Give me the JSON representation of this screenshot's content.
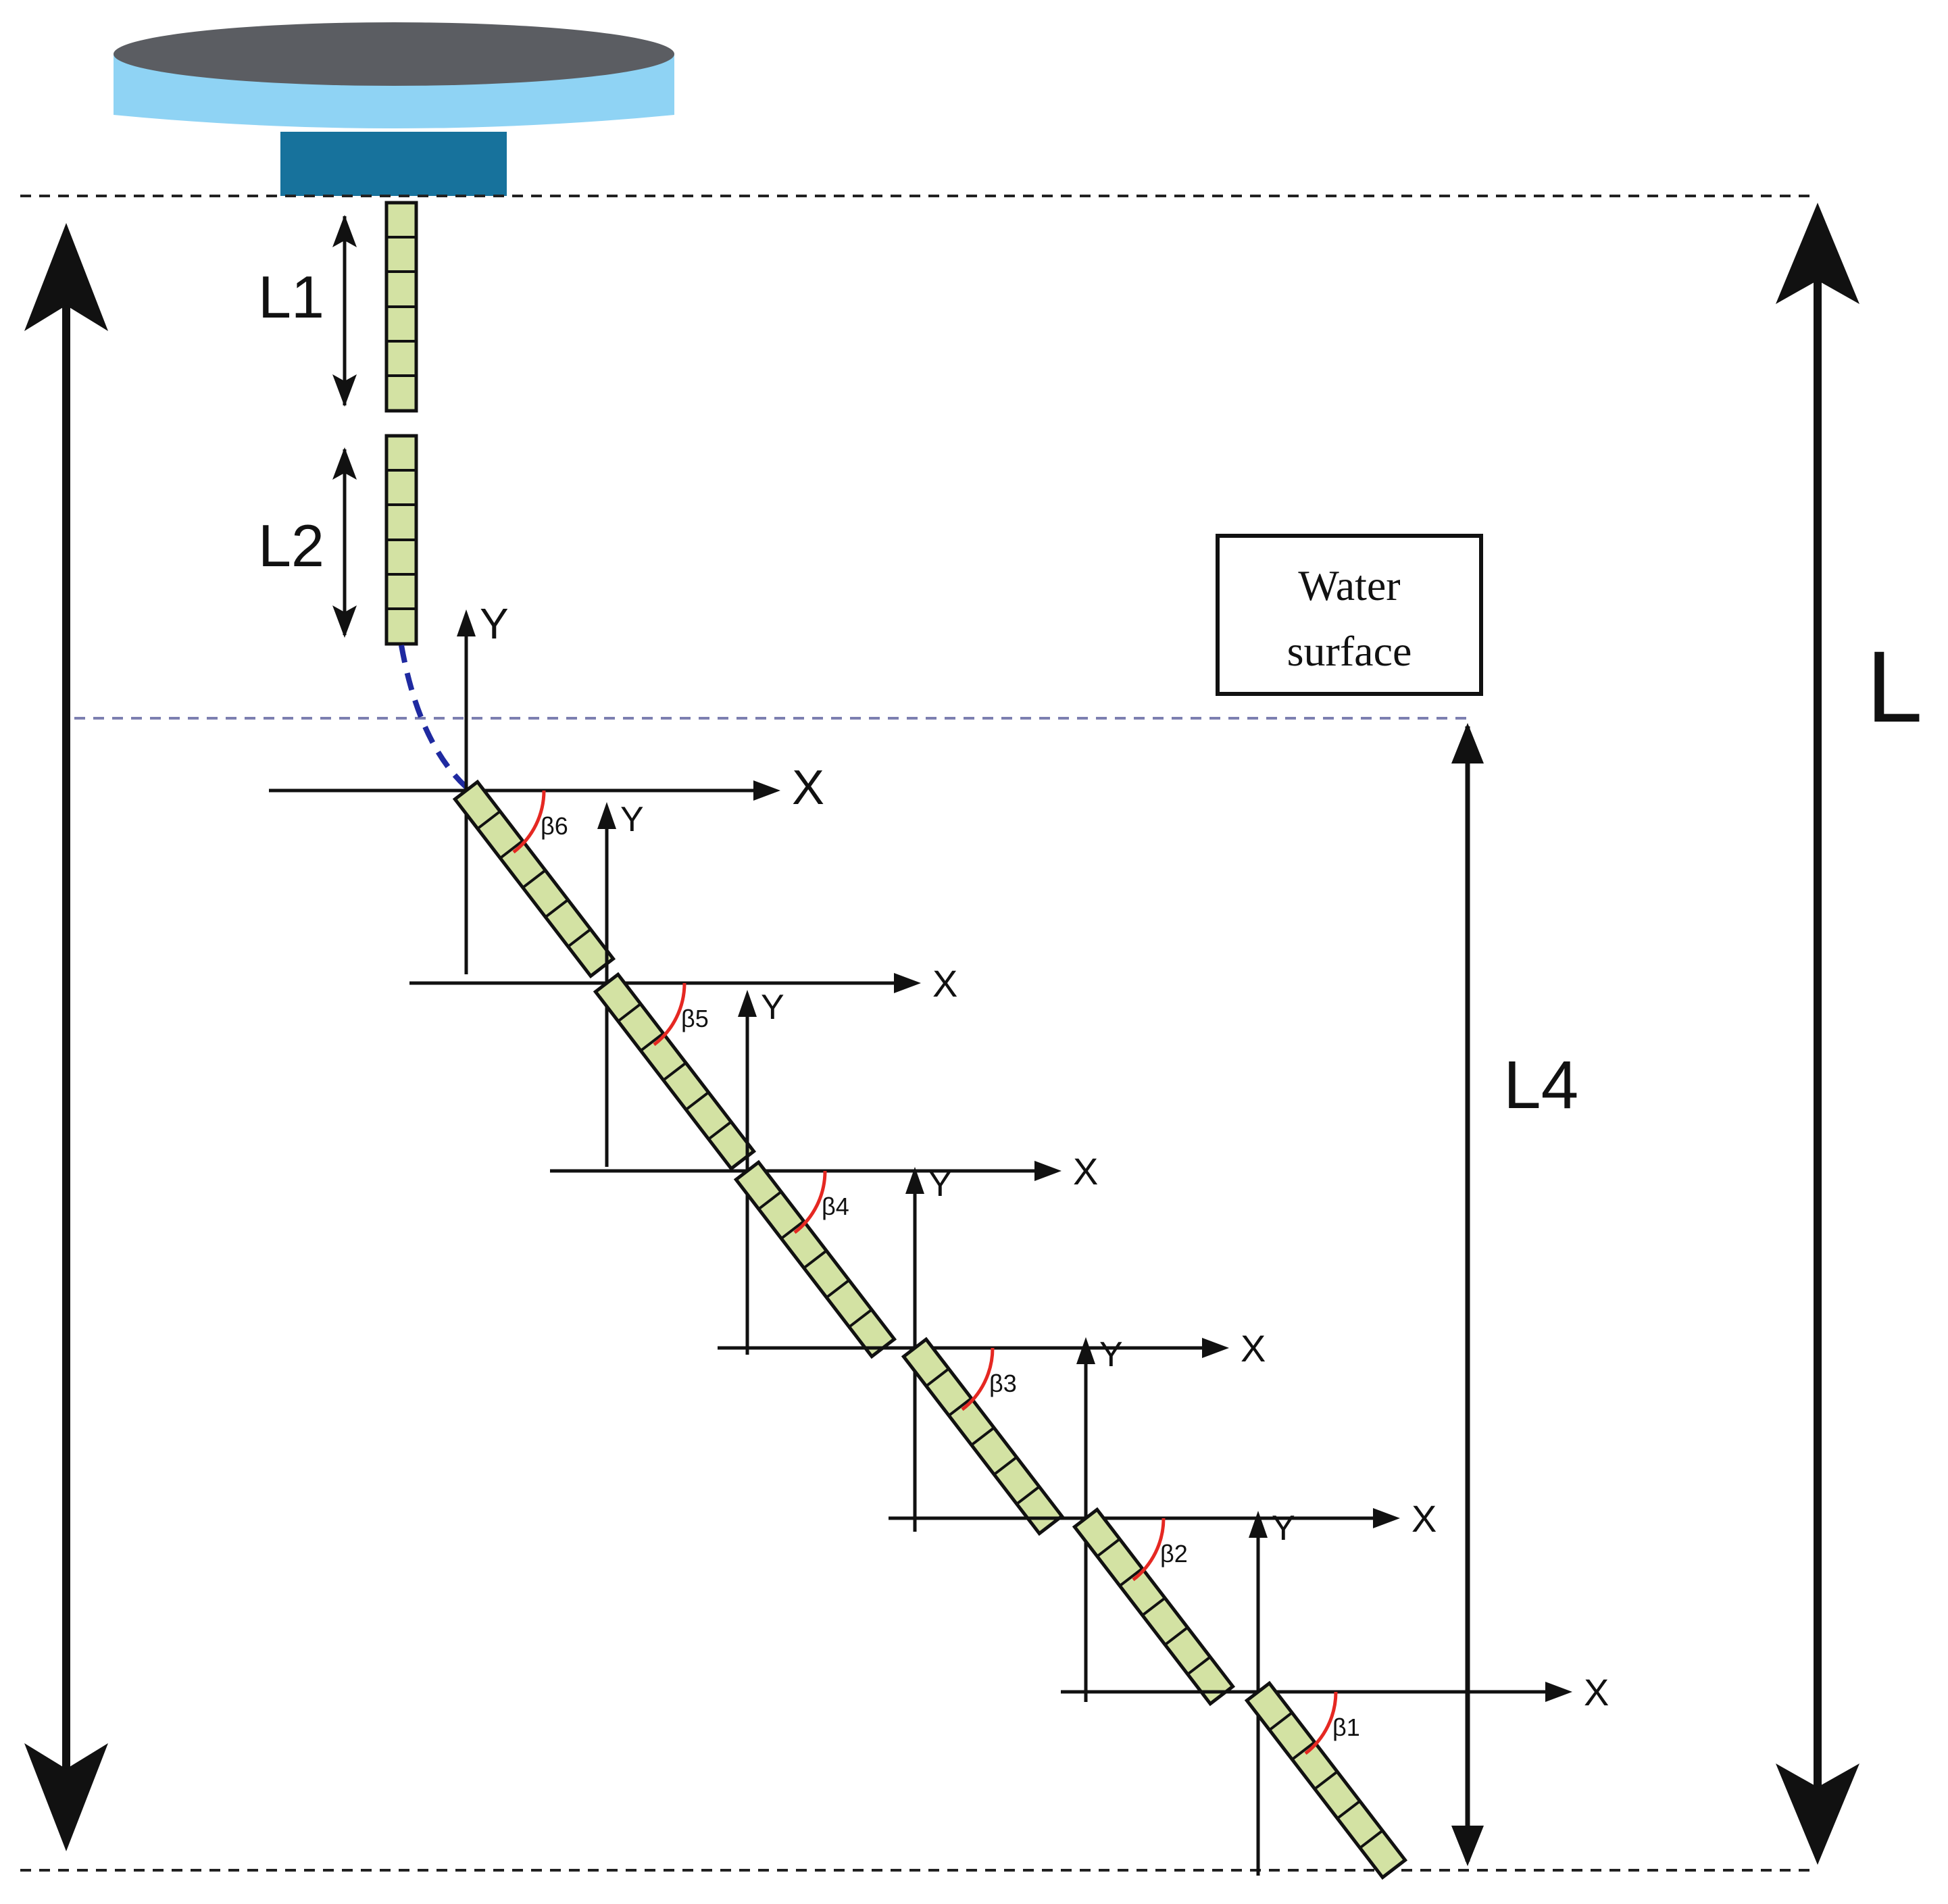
{
  "labels": {
    "L1": "L1",
    "L2": "L2",
    "L4": "L4",
    "L": "L",
    "water_line1": "Water",
    "water_line2": "surface",
    "x_axis": "X",
    "y_axis": "Y"
  },
  "angles": [
    "β6",
    "β5",
    "β4",
    "β3",
    "β2",
    "β1"
  ],
  "colors": {
    "platform_top": "#5b5d62",
    "platform_rim": "#8fd3f4",
    "platform_base": "#17729c",
    "segment_fill": "#d3e2a3",
    "angle_arc": "#e52822",
    "curve": "#1f2aa0"
  }
}
